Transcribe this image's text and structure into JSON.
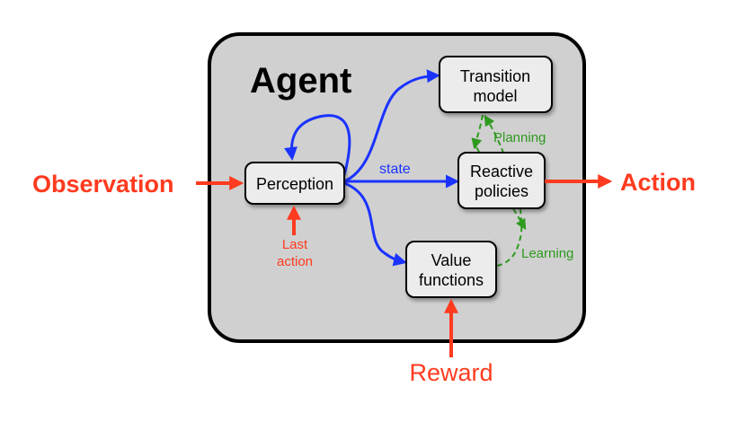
{
  "agent": {
    "label": "Agent"
  },
  "nodes": {
    "transition_model": {
      "line1": "Transition",
      "line2": "model"
    },
    "perception": {
      "label": "Perception"
    },
    "reactive_policies": {
      "line1": "Reactive",
      "line2": "policies"
    },
    "value_functions": {
      "line1": "Value",
      "line2": "functions"
    }
  },
  "inputs": {
    "observation": "Observation",
    "reward": "Reward",
    "last_action": {
      "line1": "Last",
      "line2": "action"
    }
  },
  "outputs": {
    "action": "Action"
  },
  "edge_labels": {
    "state": "state",
    "planning": "Planning",
    "learning": "Learning"
  },
  "colors": {
    "external": "#ff3b1f",
    "internal_flow": "#1a33ff",
    "planning_learning": "#2e9a1e",
    "agent_fill": "#d0d0d0",
    "node_fill": "#ececec"
  }
}
